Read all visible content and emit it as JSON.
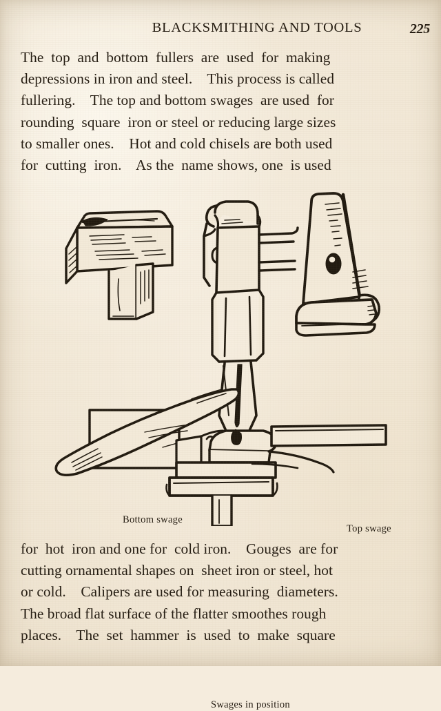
{
  "page": {
    "running_head": "BLACKSMITHING AND TOOLS",
    "folio": "225",
    "paper_color": "#f3ead9",
    "ink_color": "#241c12"
  },
  "paragraph_top": {
    "lines": [
      "The  top  and  bottom  fullers  are  used  for  making",
      "depressions in iron and steel.    This process is called",
      "fullering.    The top and bottom swages  are used  for",
      "rounding  square  iron or steel or reducing large sizes",
      "to smaller ones.    Hot and cold chisels are both used",
      "for  cutting  iron.    As the  name shows, one  is used"
    ],
    "text": "The top and bottom fullers are used for making depressions in iron and steel. This process is called fullering. The top and bottom swages are used for rounding square iron or steel or reducing large sizes to smaller ones. Hot and cold chisels are both used for cutting iron. As the name shows, one is used"
  },
  "paragraph_bottom": {
    "lines": [
      "for  hot  iron and one for  cold iron.    Gouges  are for",
      "cutting ornamental shapes on  sheet iron or steel, hot",
      "or cold.    Calipers are used for measuring  diameters.",
      "The broad flat surface of the flatter smoothes rough",
      "places.    The  set  hammer  is  used  to  make  square"
    ],
    "text": "for hot iron and one for cold iron. Gouges are for cutting ornamental shapes on sheet iron or steel, hot or cold. Calipers are used for measuring diameters. The broad flat surface of the flatter smoothes rough places. The set hammer is used to make square"
  },
  "figure": {
    "captions": {
      "bottom_swage": "Bottom swage",
      "top_swage": "Top swage",
      "swages_in_position": "Swages in position"
    },
    "line_color": "#211a10",
    "description": "Pen-and-ink line drawing of blacksmith swage tools: a bottom swage block with square shank, a top swage with handle, and both shown set in position on an anvil with a hammer and iron bar."
  }
}
